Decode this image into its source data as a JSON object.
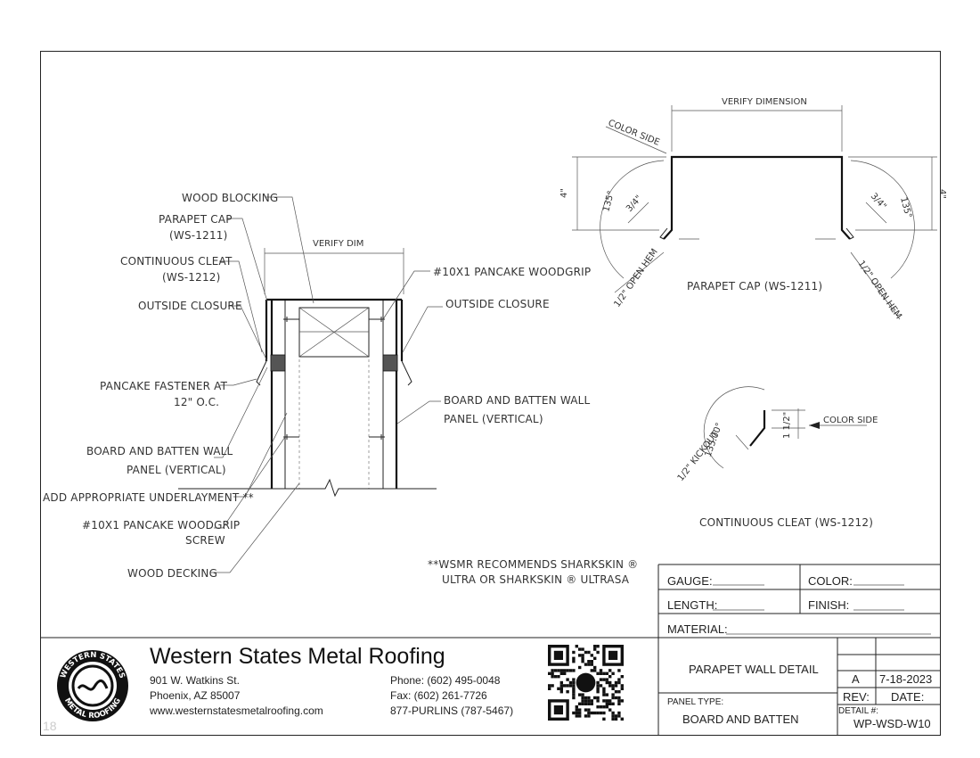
{
  "left_detail": {
    "labels": {
      "wood_blocking": "WOOD BLOCKING",
      "parapet_cap": "PARAPET CAP",
      "parapet_cap_code": "(WS-1211)",
      "continuous_cleat": "CONTINUOUS CLEAT",
      "continuous_cleat_code": "(WS-1212)",
      "outside_closure_left": "OUTSIDE CLOSURE",
      "pancake_fastener": "PANCAKE FASTENER AT",
      "pancake_fastener_spacing": "12\" O.C.",
      "board_batten_left_1": "BOARD AND BATTEN WALL",
      "board_batten_left_2": "PANEL (VERTICAL)",
      "underlayment": "ADD APPROPRIATE UNDERLAYMENT **",
      "woodgrip_screw_1": "#10X1 PANCAKE WOODGRIP",
      "woodgrip_screw_2": "SCREW",
      "wood_decking": "WOOD DECKING",
      "verify_dim": "VERIFY DIM",
      "woodgrip_top": "#10X1 PANCAKE WOODGRIP",
      "outside_closure_right": "OUTSIDE CLOSURE",
      "board_batten_right_1": "BOARD AND BATTEN WALL",
      "board_batten_right_2": "PANEL (VERTICAL)"
    },
    "note_1": "**WSMR RECOMMENDS SHARKSKIN ®",
    "note_2": "ULTRA OR SHARKSKIN ® ULTRASA"
  },
  "parapet_cap_detail": {
    "verify_dimension": "VERIFY DIMENSION",
    "color_side": "COLOR SIDE",
    "height_left": "4\"",
    "height_right": "4\"",
    "angle_left": "135°",
    "angle_right": "135°",
    "leg_left": "3/4\"",
    "leg_right": "3/4\"",
    "hem_left": "1/2\" OPEN HEM",
    "hem_right": "1/2\" OPEN HEM",
    "title": "PARAPET CAP (WS-1211)"
  },
  "cleat_detail": {
    "angle": "135.00°",
    "kickout": "1/2\" KICKOUT",
    "dimension": "1 1/2\"",
    "color_side": "COLOR SIDE",
    "title": "CONTINUOUS CLEAT (WS-1212)"
  },
  "spec_block": {
    "gauge": "GAUGE:",
    "color": "COLOR:",
    "length": "LENGTH:",
    "finish": "FINISH:",
    "material": "MATERIAL:"
  },
  "company": {
    "name": "Western States Metal Roofing",
    "address_1": "901 W. Watkins St.",
    "address_2": "Phoenix, AZ 85007",
    "website": "www.westernstatesmetalroofing.com",
    "phone": "Phone: (602) 495-0048",
    "fax": "Fax: (602) 261-7726",
    "tollfree": "877-PURLINS (787-5467)",
    "logo_top": "WESTERN STATES",
    "logo_bottom": "METAL ROOFING"
  },
  "title_block": {
    "detail_name": "PARAPET WALL DETAIL",
    "panel_type_label": "PANEL TYPE:",
    "panel_type": "BOARD AND BATTEN",
    "rev": "A",
    "date": "7-18-2023",
    "rev_label": "REV:",
    "date_label": "DATE:",
    "detail_no_label": "DETAIL #:",
    "detail_no": "WP-WSD-W10"
  },
  "page_number": "18"
}
